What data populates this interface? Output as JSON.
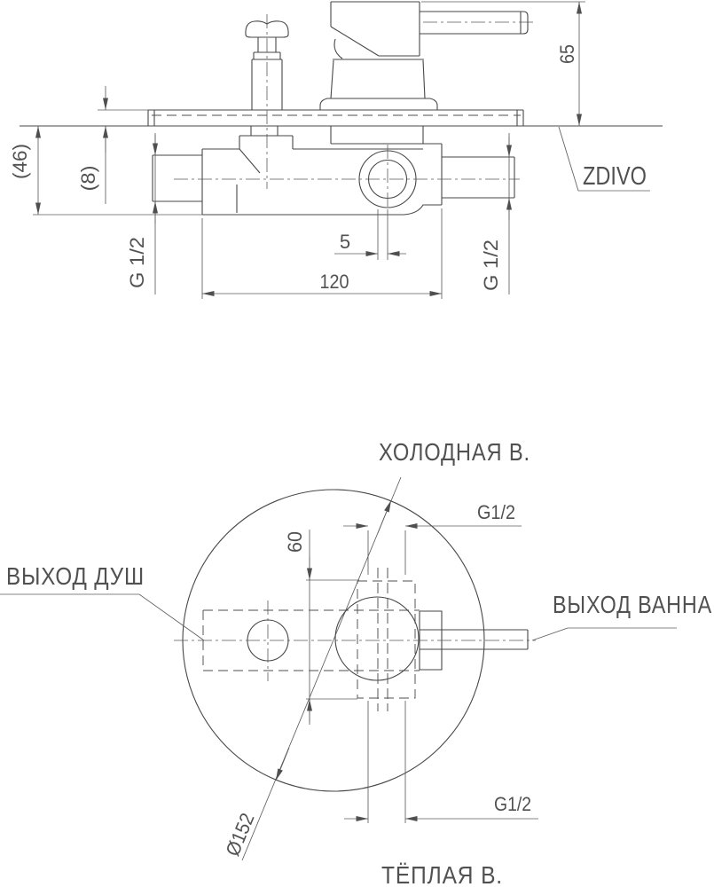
{
  "drawing": {
    "type": "technical-drawing-concealed-shower-mixer",
    "top_view": {
      "brand": "ZDIVO",
      "dims": {
        "height_above_wall": "65",
        "recess_depth": "(46)",
        "plate_offset": "(8)",
        "left_thread": "G 1/2",
        "right_thread": "G 1/2",
        "axis_offset": "5",
        "body_width": "120"
      }
    },
    "bottom_view": {
      "dims": {
        "top_thread": "G1/2",
        "bottom_thread": "G1/2",
        "port_spacing": "60",
        "plate_diameter": "Ø152"
      },
      "labels": {
        "cold_water": "ХОЛОДНАЯ В.",
        "warm_water": "ТЁПЛАЯ В.",
        "shower_outlet": "ВЫХОД ДУШ",
        "bath_outlet": "ВЫХОД ВАННА"
      }
    },
    "colors": {
      "background": "#ffffff",
      "object_lines": "#474747",
      "dimension_lines": "#5e5e5e",
      "text": "#515151"
    }
  }
}
